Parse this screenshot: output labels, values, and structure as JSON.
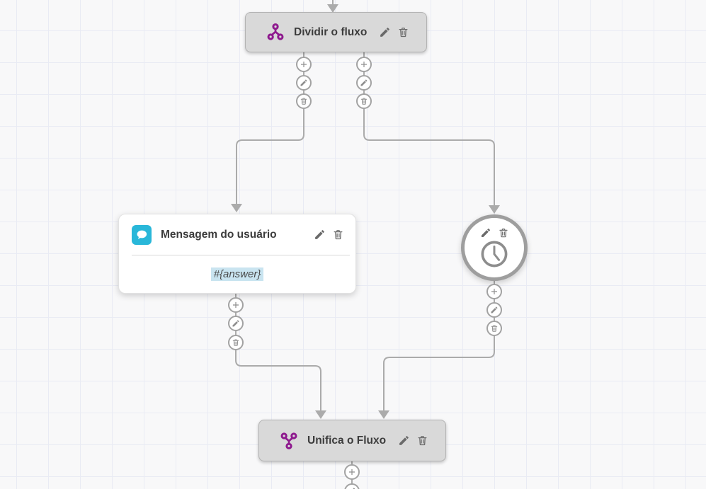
{
  "canvas": {
    "background": "#f8f8f9",
    "grid_line_color": "#e9ebf4",
    "connector_color": "#ababab"
  },
  "colors": {
    "accent_purple": "#8e1a8e",
    "accent_teal": "#29b7d9",
    "highlight_blue": "#c9e4f0",
    "node_gray": "#d9d9d9"
  },
  "nodes": {
    "split": {
      "title": "Dividir o fluxo",
      "icon": "split-flow-icon"
    },
    "user_message": {
      "title": "Mensagem do usuário",
      "body": "#{answer}",
      "icon": "chat-bubble-icon"
    },
    "timer": {
      "icon": "clock-icon"
    },
    "merge": {
      "title": "Unifica o Fluxo",
      "icon": "merge-flow-icon"
    }
  },
  "controls": {
    "add": "plus-icon",
    "edit": "edit-pencil-icon",
    "delete": "trash-icon"
  }
}
